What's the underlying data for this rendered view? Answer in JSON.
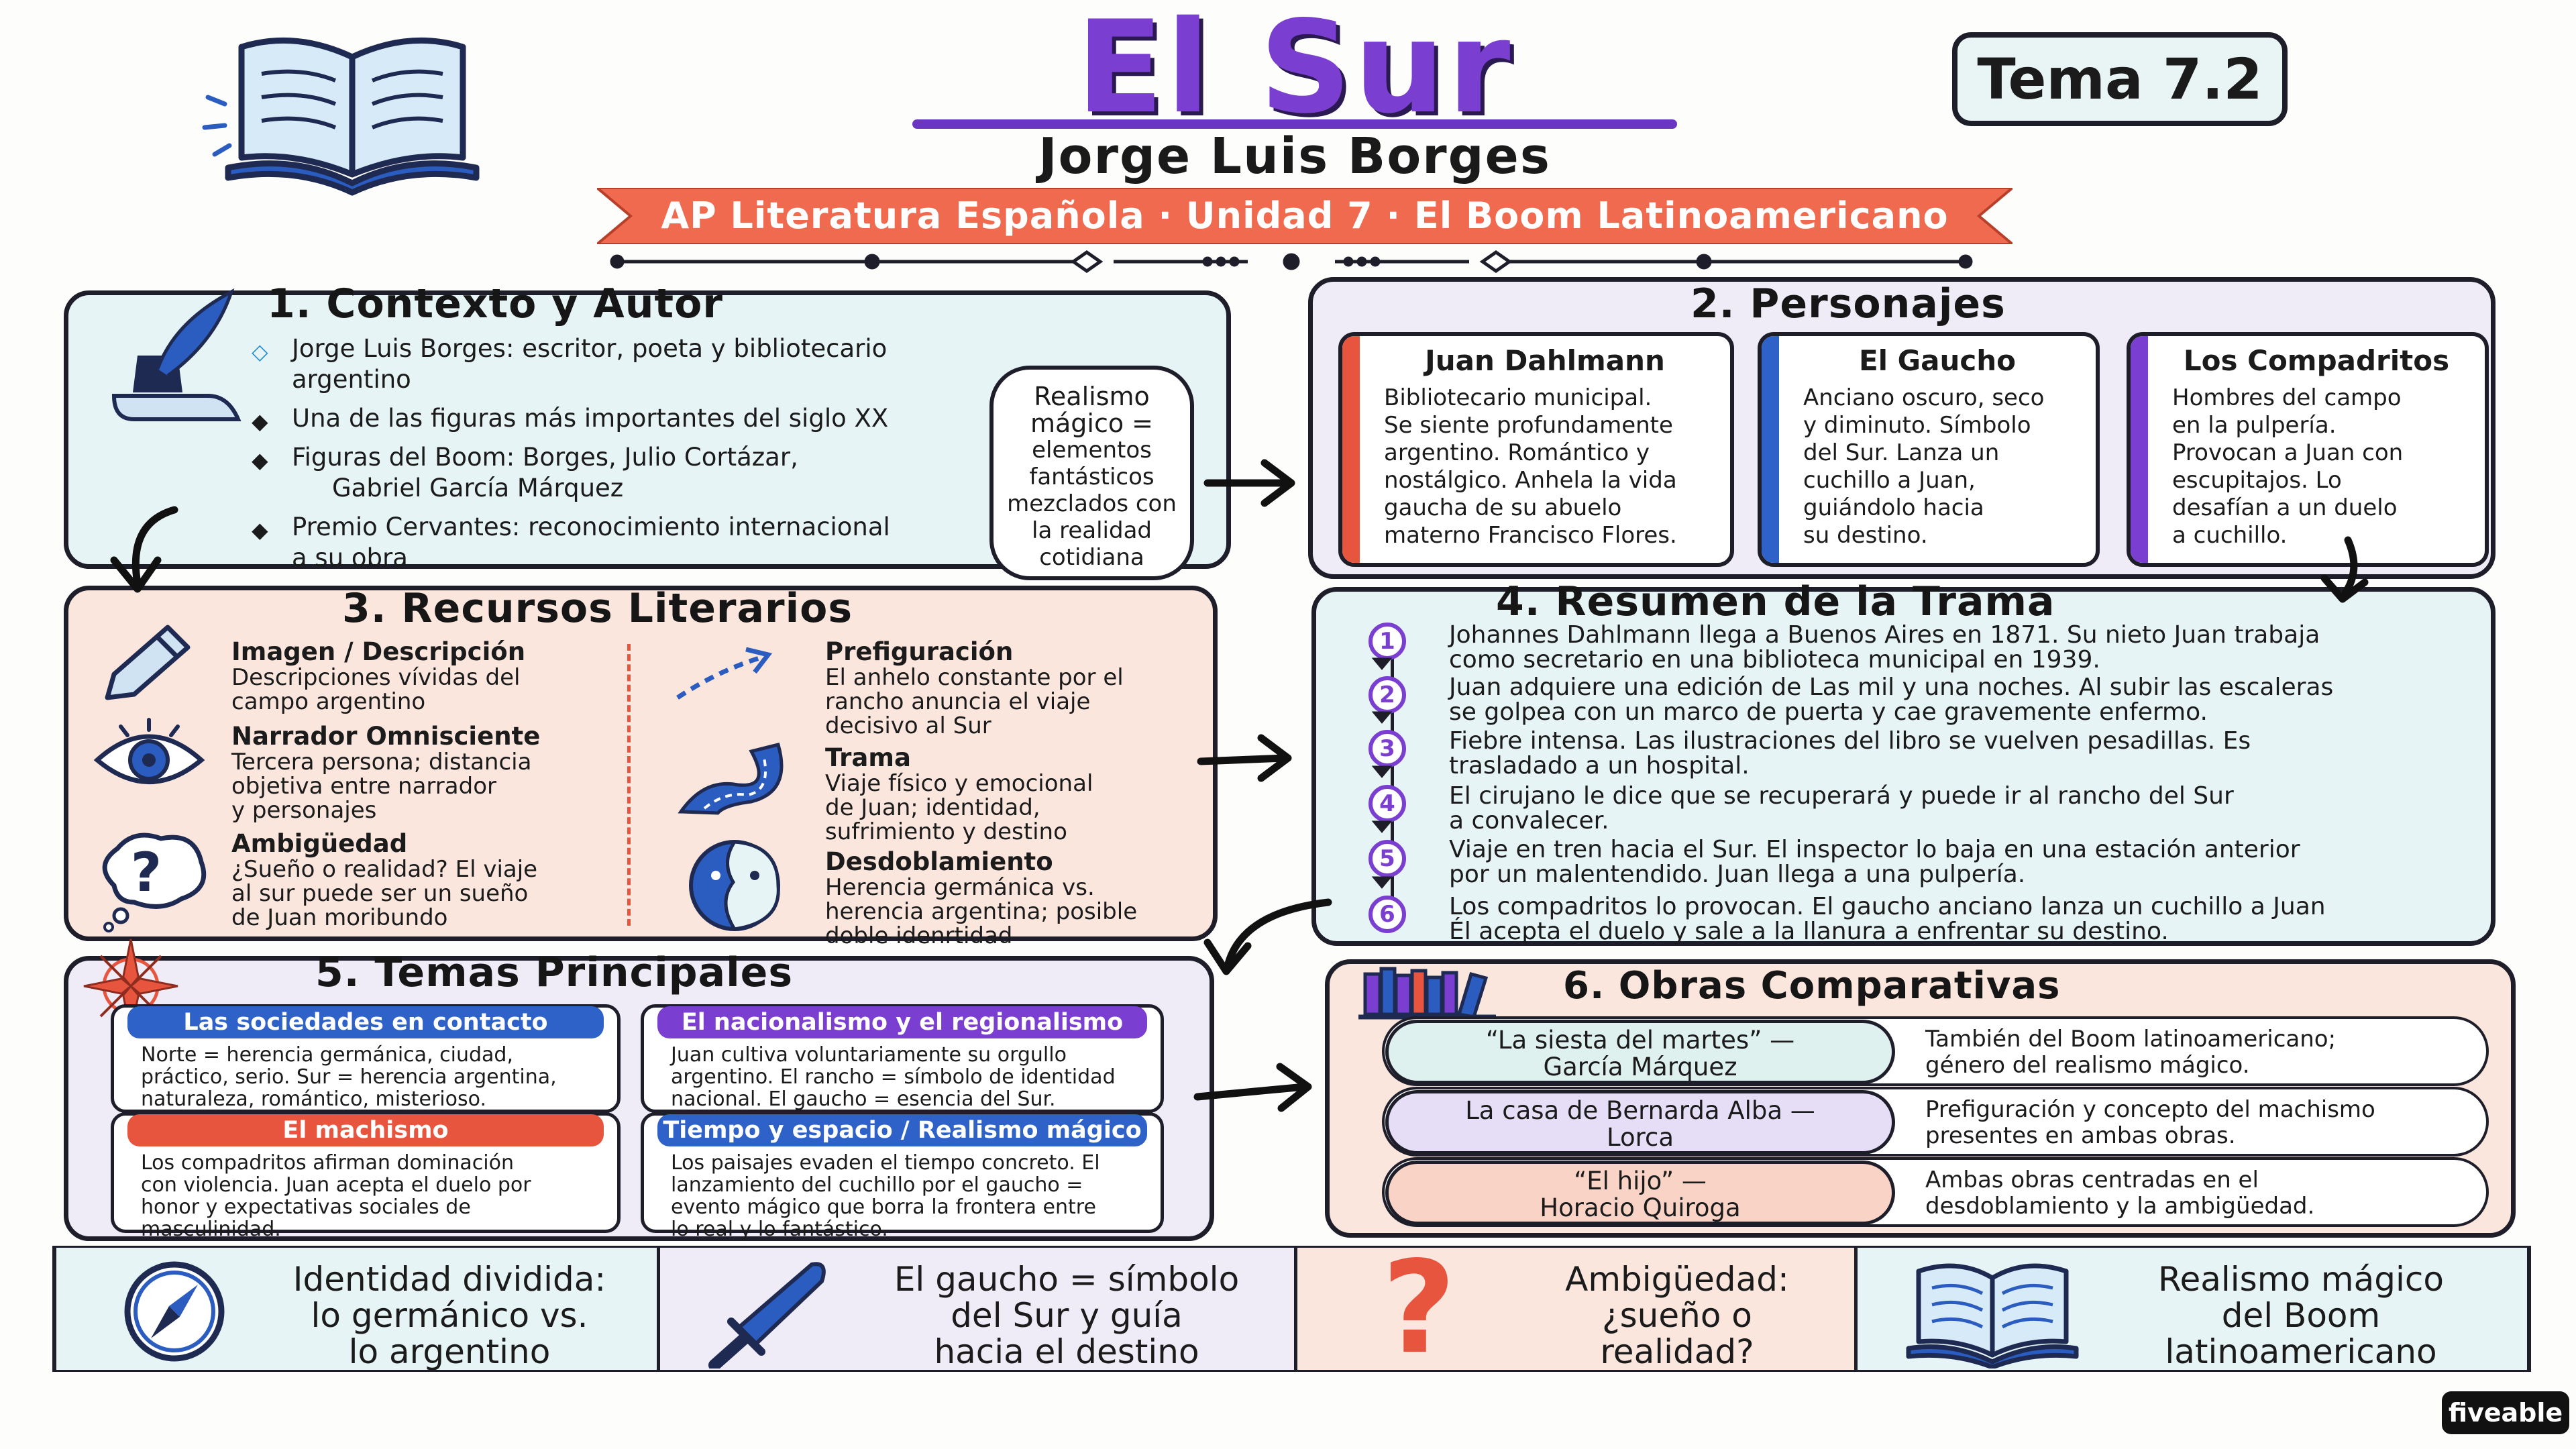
{
  "header": {
    "title": "El Sur",
    "author": "Jorge Luis Borges",
    "course": "AP Literatura Española · Unidad 7 · El Boom Latinoamericano",
    "tema": "Tema 7.2"
  },
  "contexto": {
    "title": "1. Contexto y Autor",
    "bullets": [
      "Jorge Luis Borges: escritor, poeta y bibliotecario argentino",
      "Una de las figuras más importantes del siglo XX",
      "Figuras del Boom: Borges, Julio Cortázar,",
      "Gabriel García Márquez",
      "Premio Cervantes: reconocimiento internacional",
      "a su obra"
    ],
    "bubble": [
      "Realismo",
      "mágico =",
      "elementos",
      "fantásticos",
      "mezclados con",
      "la realidad",
      "cotidiana"
    ]
  },
  "personajes": {
    "title": "2. Personajes",
    "cards": [
      {
        "name": "Juan Dahlmann",
        "lines": [
          "Bibliotecario municipal.",
          "Se siente profundamente",
          "argentino. Romántico y",
          "nostálgico. Anhela la vida",
          "gaucha de su abuelo",
          "materno Francisco Flores."
        ]
      },
      {
        "name": "El Gaucho",
        "lines": [
          "Anciano oscuro, seco",
          "y diminuto. Símbolo",
          "del Sur. Lanza un",
          "cuchillo a Juan,",
          "guiándolo hacia",
          "su destino."
        ]
      },
      {
        "name": "Los Compadritos",
        "lines": [
          "Hombres del campo",
          "en la pulpería.",
          "Provocan a Juan con",
          "escupitajos. Lo",
          "desafían a un duelo",
          "a cuchillo."
        ]
      }
    ],
    "colors": [
      "#e8553f",
      "#2f62c9",
      "#7a3fd1"
    ]
  },
  "recursos": {
    "title": "3. Recursos Literarios",
    "items": [
      {
        "title": "Imagen / Descripción",
        "lines": [
          "Descripciones vívidas del",
          "campo argentino"
        ]
      },
      {
        "title": "Narrador Omnisciente",
        "lines": [
          "Tercera persona; distancia",
          "objetiva entre narrador",
          "y personajes"
        ]
      },
      {
        "title": "Ambigüedad",
        "lines": [
          "¿Sueño o realidad? El viaje",
          "al sur puede ser un sueño",
          "de Juan moribundo"
        ]
      },
      {
        "title": "Prefiguración",
        "lines": [
          "El anhelo constante por el",
          "rancho anuncia el viaje",
          "decisivo al Sur"
        ]
      },
      {
        "title": "Trama",
        "lines": [
          "Viaje físico y emocional",
          "de Juan; identidad,",
          "sufrimiento y destino"
        ]
      },
      {
        "title": "Desdoblamiento",
        "lines": [
          "Herencia germánica vs.",
          "herencia argentina; posible",
          "doble idenrtidad"
        ]
      }
    ]
  },
  "trama": {
    "title": "4. Resumen de la Trama",
    "steps": [
      {
        "n": "1",
        "lines": [
          "Johannes Dahlmann llega a Buenos Aires en 1871. Su nieto Juan trabaja",
          "como secretario en una biblioteca municipal en 1939."
        ]
      },
      {
        "n": "2",
        "lines": [
          "Juan adquiere una edición de Las mil y una noches. Al subir las escaleras",
          "se golpea con un marco de puerta y cae gravemente enfermo."
        ]
      },
      {
        "n": "3",
        "lines": [
          "Fiebre intensa. Las ilustraciones del libro se vuelven pesadillas. Es",
          "trasladado a un hospital."
        ]
      },
      {
        "n": "4",
        "lines": [
          "El cirujano le dice que se recuperará y puede ir al rancho del Sur",
          "a convalecer."
        ]
      },
      {
        "n": "5",
        "lines": [
          "Viaje en tren hacia el Sur. El inspector lo baja en una estación anterior",
          "por un malentendido. Juan llega a una pulpería."
        ]
      },
      {
        "n": "6",
        "lines": [
          "Los compadritos lo provocan. El gaucho anciano lanza un cuchillo a Juan",
          "Él acepta el duelo y sale a la llanura a enfrentar su destino."
        ]
      }
    ]
  },
  "temas": {
    "title": "5. Temas Principales",
    "cards": [
      {
        "head": "Las sociedades en contacto",
        "color": "#2f62c9",
        "lines": [
          "Norte = herencia germánica, ciudad,",
          "práctico, serio. Sur = herencia argentina,",
          "naturaleza, romántico, misterioso."
        ]
      },
      {
        "head": "El nacionalismo y el regionalismo",
        "color": "#7a3fd1",
        "lines": [
          "Juan cultiva voluntariamente su orgullo",
          "argentino. El rancho = símbolo de identidad",
          "nacional. El gaucho = esencia del Sur."
        ]
      },
      {
        "head": "El machismo",
        "color": "#e8553f",
        "lines": [
          "Los compadritos afirman dominación",
          "con violencia. Juan acepta el duelo por",
          "honor y expectativas sociales de",
          "masculinidad."
        ]
      },
      {
        "head": "Tiempo y espacio / Realismo mágico",
        "color": "#2f62c9",
        "lines": [
          "Los paisajes evaden el tiempo concreto. El",
          "lanzamiento del cuchillo por el gaucho =",
          "evento mágico que borra la frontera entre",
          "lo real y lo fantástico."
        ]
      }
    ]
  },
  "obras": {
    "title": "6. Obras Comparativas",
    "rows": [
      {
        "work": [
          "“La siesta del martes” —",
          "García Márquez"
        ],
        "desc": [
          "También del Boom latinoamericano;",
          "género del realismo mágico."
        ],
        "color": "#dff1ef"
      },
      {
        "work": [
          "La casa de Bernarda Alba —",
          "Lorca"
        ],
        "desc": [
          "Prefiguración y concepto del machismo",
          "presentes en ambas obras."
        ],
        "color": "#e6def6"
      },
      {
        "work": [
          "“El hijo” —",
          "Horacio Quiroga"
        ],
        "desc": [
          "Ambas obras centradas en el",
          "desdoblamiento y la ambigüedad."
        ],
        "color": "#f9d3c5"
      }
    ]
  },
  "bottom": [
    {
      "lines": [
        "Identidad dividida:",
        "lo germánico vs.",
        "lo argentino"
      ]
    },
    {
      "lines": [
        "El gaucho = símbolo",
        "del Sur y guía",
        "hacia el destino"
      ]
    },
    {
      "lines": [
        "Ambigüedad:",
        "¿sueño o",
        "realidad?"
      ]
    },
    {
      "lines": [
        "Realismo mágico",
        "del Boom",
        "latinoamericano"
      ]
    }
  ],
  "brand": "fiveable",
  "icons": [
    "open-book-icon",
    "quill-icon",
    "pencil-icon",
    "eye-icon",
    "question-bubble-icon",
    "dashed-arrow-icon",
    "road-icon",
    "split-face-icon",
    "compass-rose-icon",
    "books-icon",
    "compass-icon",
    "knife-icon",
    "question-mark-icon"
  ]
}
